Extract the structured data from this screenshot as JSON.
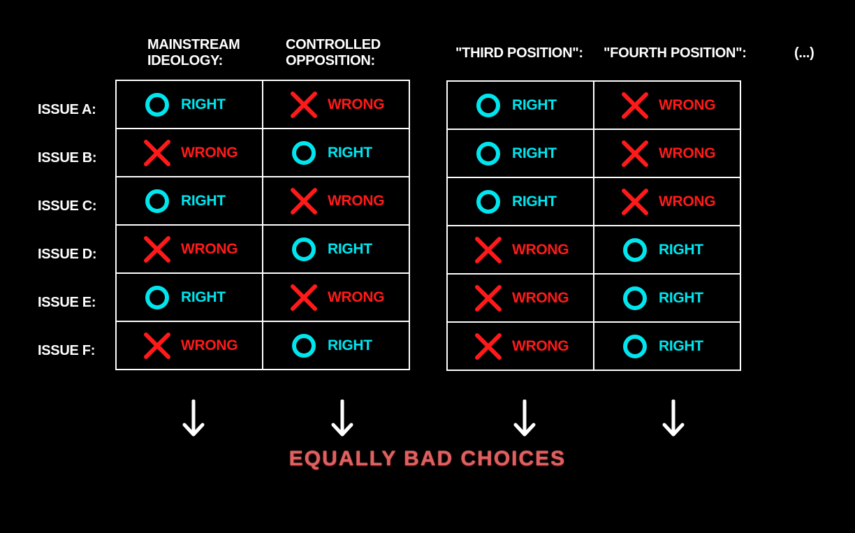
{
  "headers": {
    "mainstream": [
      "MAINSTREAM",
      "IDEOLOGY:"
    ],
    "controlled": [
      "CONTROLLED",
      "OPPOSITION:"
    ],
    "third": "\"THIRD POSITION\":",
    "fourth": "\"FOURTH POSITION\":",
    "more": "(...)"
  },
  "issues": [
    "ISSUE A:",
    "ISSUE B:",
    "ISSUE C:",
    "ISSUE D:",
    "ISSUE E:",
    "ISSUE F:"
  ],
  "verdict_labels": {
    "right": "RIGHT",
    "wrong": "WRONG"
  },
  "positions": [
    {
      "id": "mainstream",
      "verdicts": [
        "right",
        "wrong",
        "right",
        "wrong",
        "right",
        "wrong"
      ]
    },
    {
      "id": "controlled",
      "verdicts": [
        "wrong",
        "right",
        "wrong",
        "right",
        "wrong",
        "right"
      ]
    },
    {
      "id": "third",
      "verdicts": [
        "right",
        "right",
        "right",
        "wrong",
        "wrong",
        "wrong"
      ]
    },
    {
      "id": "fourth",
      "verdicts": [
        "wrong",
        "wrong",
        "wrong",
        "right",
        "right",
        "right"
      ]
    }
  ],
  "colors": {
    "right": "#00e5ee",
    "wrong": "#ff1a1a",
    "conclusion": "#e06060"
  },
  "icons": {
    "right": "circle-icon",
    "wrong": "cross-icon",
    "arrow": "down-arrow-icon"
  },
  "conclusion": "EQUALLY BAD CHOICES"
}
